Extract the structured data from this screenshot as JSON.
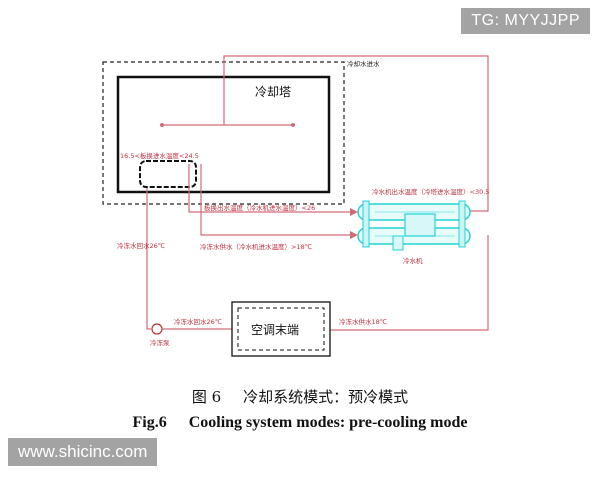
{
  "watermarks": {
    "top": "TG: MYYJJPP",
    "bottom": "www.shicinc.com"
  },
  "diagram": {
    "cooling_tower": "冷却塔",
    "cooling_water_in": "冷却水进水",
    "plate_hx_range": "16.5<板换进水温度<24.5",
    "plate_hx_out": "板换出水温度（冷水机进水温度）<26",
    "chiller_out_range": "冷水机出水温度（冷塔进水温度）<30.5",
    "chiller": "冷水机",
    "chilled_supply_chiller": "冷冻水供水（冷水机进水温度）>18℃",
    "chilled_return_26": "冷冻水回水26℃",
    "chilled_return_26_b": "冷冻水回水26℃",
    "chilled_supply_18": "冷冻水供水18℃",
    "pump": "冷冻泵",
    "ac_terminal": "空调末端"
  },
  "caption": {
    "cn_fig": "图 6",
    "cn_title": "冷却系统模式：预冷模式",
    "en_fig": "Fig.6",
    "en_title": "Cooling system modes: pre-cooling mode"
  },
  "colors": {
    "pipe": "#d46a78",
    "chiller": "#22d3d6",
    "frame": "#1a1a1a"
  }
}
